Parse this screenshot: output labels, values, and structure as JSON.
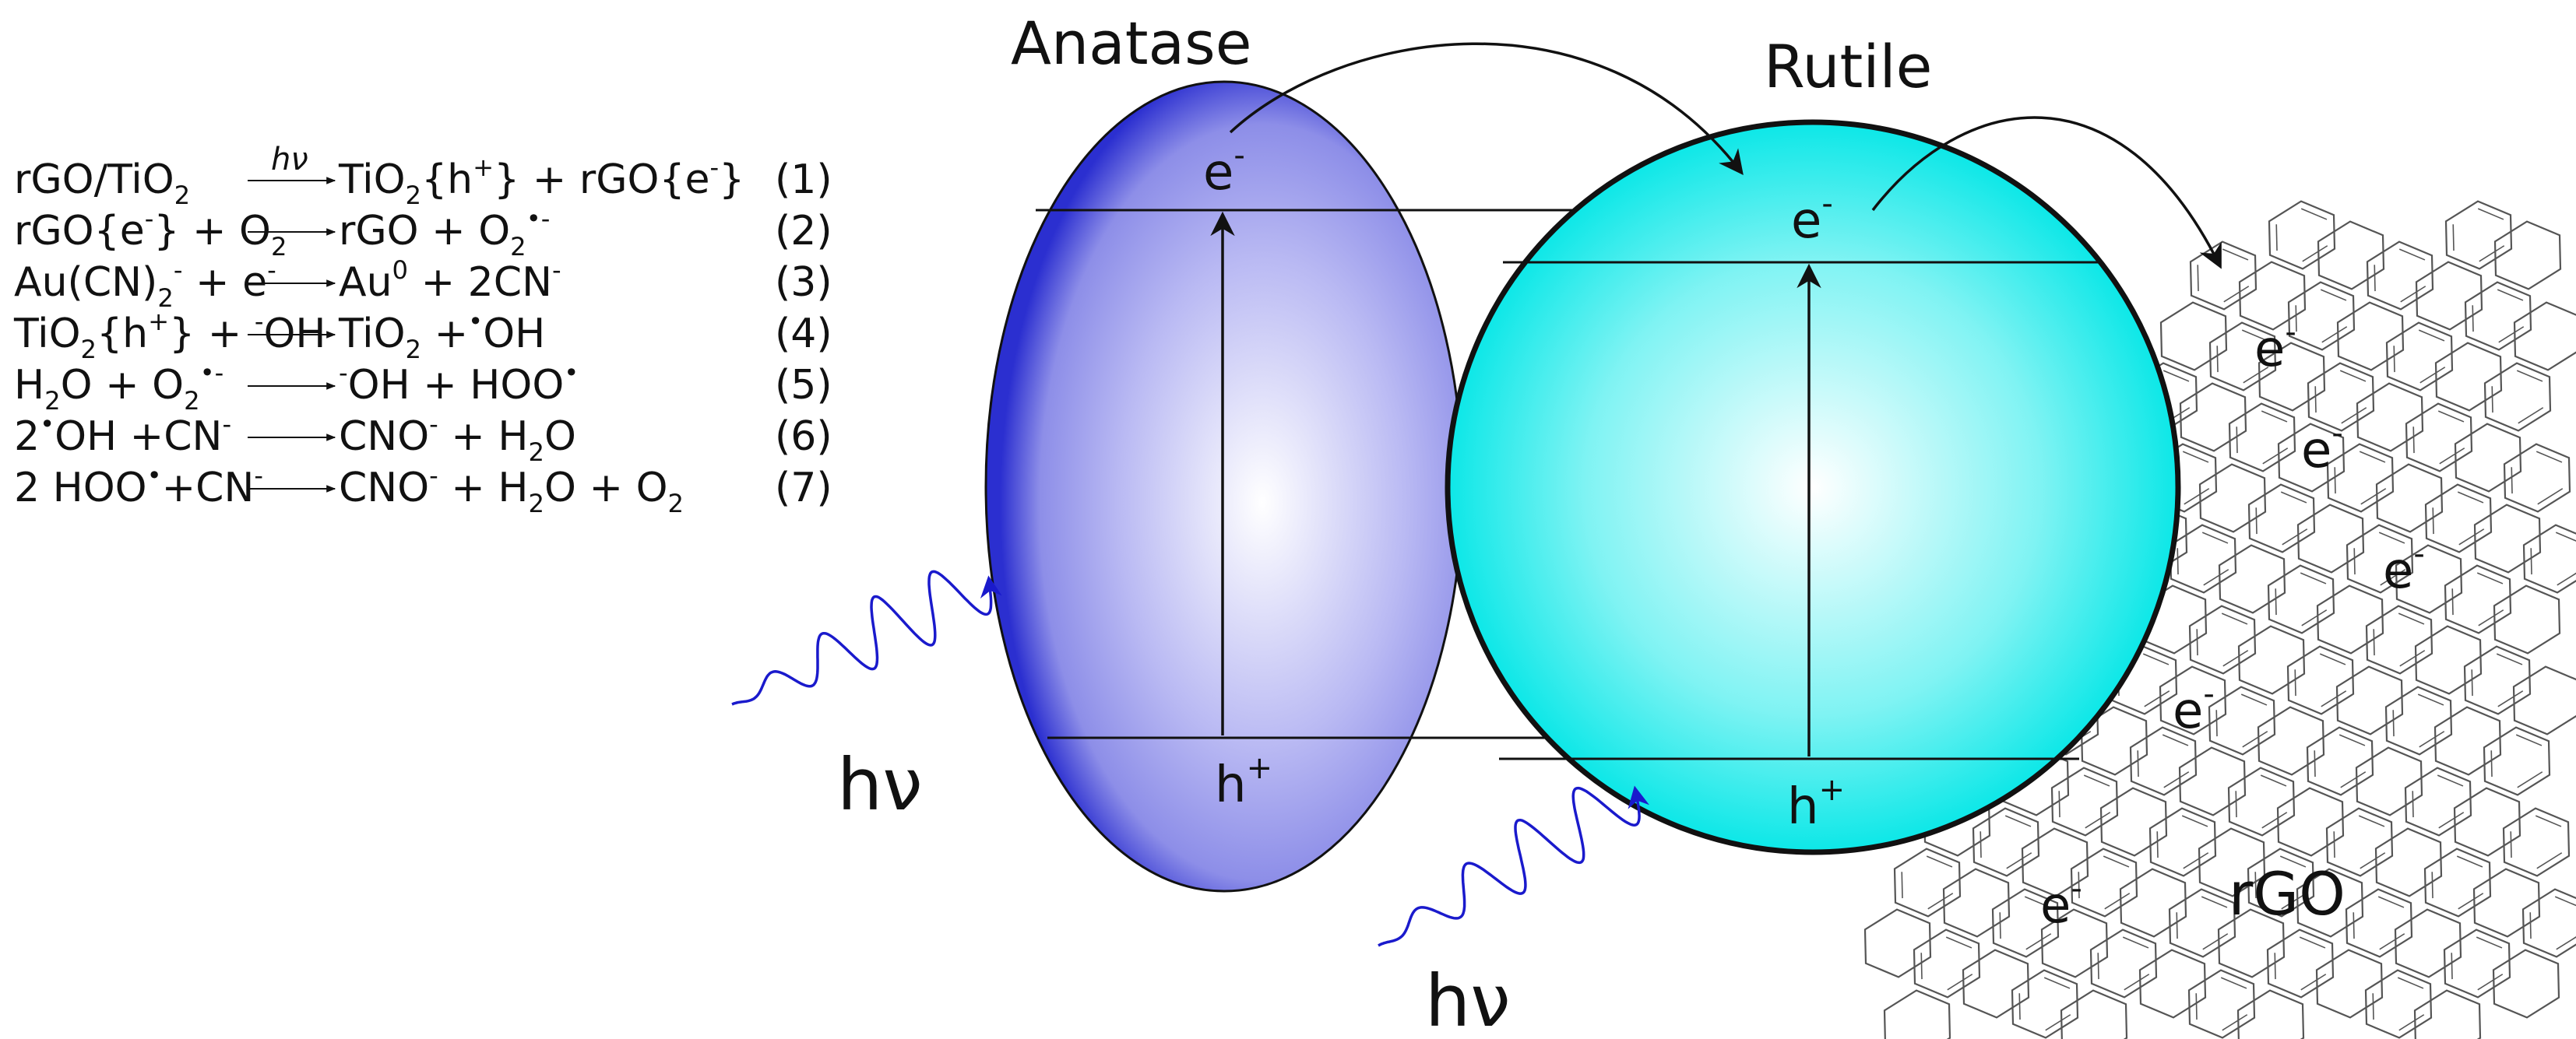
{
  "labels": {
    "anatase": "Anatase",
    "rutile": "Rutile",
    "rgo": "rGO",
    "electron": "e",
    "hole": "h",
    "minus": "-",
    "plus": "+",
    "photon": "hν"
  },
  "equations": [
    {
      "lhs": [
        {
          "t": "rGO/TiO"
        },
        {
          "t": "2",
          "s": "sub"
        }
      ],
      "arrow": "hν",
      "rhs": [
        {
          "t": "TiO"
        },
        {
          "t": "2",
          "s": "sub"
        },
        {
          "t": "{h"
        },
        {
          "t": "+",
          "s": "sup"
        },
        {
          "t": "} + rGO{e"
        },
        {
          "t": "-",
          "s": "sup"
        },
        {
          "t": "}"
        }
      ],
      "num": "(1)"
    },
    {
      "lhs": [
        {
          "t": "rGO{e"
        },
        {
          "t": "-",
          "s": "sup"
        },
        {
          "t": "} + O"
        },
        {
          "t": "2",
          "s": "sub"
        }
      ],
      "arrow": "",
      "rhs": [
        {
          "t": "rGO +  O"
        },
        {
          "t": "2",
          "s": "sub"
        },
        {
          "t": "•-",
          "s": "sup"
        }
      ],
      "num": "(2)"
    },
    {
      "lhs": [
        {
          "t": "Au(CN)"
        },
        {
          "t": "2",
          "s": "sub"
        },
        {
          "t": "-",
          "s": "sup"
        },
        {
          "t": " + e"
        },
        {
          "t": "-",
          "s": "sup"
        }
      ],
      "arrow": "",
      "rhs": [
        {
          "t": "Au"
        },
        {
          "t": "0",
          "s": "sup"
        },
        {
          "t": " + 2CN"
        },
        {
          "t": "-",
          "s": "sup"
        }
      ],
      "num": "(3)"
    },
    {
      "lhs": [
        {
          "t": "TiO"
        },
        {
          "t": "2",
          "s": "sub"
        },
        {
          "t": "{h"
        },
        {
          "t": "+",
          "s": "sup"
        },
        {
          "t": "} + "
        },
        {
          "t": "-",
          "s": "sup"
        },
        {
          "t": "OH"
        }
      ],
      "arrow": "",
      "rhs": [
        {
          "t": "TiO"
        },
        {
          "t": "2",
          "s": "sub"
        },
        {
          "t": " +"
        },
        {
          "t": "•",
          "s": "sup"
        },
        {
          "t": "OH"
        }
      ],
      "num": "(4)"
    },
    {
      "lhs": [
        {
          "t": "H"
        },
        {
          "t": "2",
          "s": "sub"
        },
        {
          "t": "O +  O"
        },
        {
          "t": "2",
          "s": "sub"
        },
        {
          "t": "•-",
          "s": "sup"
        }
      ],
      "arrow": "",
      "rhs": [
        {
          "t": "-",
          "s": "sup"
        },
        {
          "t": "OH + HOO"
        },
        {
          "t": "•",
          "s": "sup"
        }
      ],
      "num": "(5)"
    },
    {
      "lhs": [
        {
          "t": "2"
        },
        {
          "t": "•",
          "s": "sup"
        },
        {
          "t": "OH +CN"
        },
        {
          "t": "-",
          "s": "sup"
        }
      ],
      "arrow": "",
      "rhs": [
        {
          "t": "CNO"
        },
        {
          "t": "-",
          "s": "sup"
        },
        {
          "t": " + H"
        },
        {
          "t": "2",
          "s": "sub"
        },
        {
          "t": "O"
        }
      ],
      "num": "(6)"
    },
    {
      "lhs": [
        {
          "t": "2 HOO"
        },
        {
          "t": "•",
          "s": "sup"
        },
        {
          "t": "+CN"
        },
        {
          "t": "-",
          "s": "sup"
        }
      ],
      "arrow": "",
      "rhs": [
        {
          "t": "CNO"
        },
        {
          "t": "-",
          "s": "sup"
        },
        {
          "t": " + H"
        },
        {
          "t": "2",
          "s": "sub"
        },
        {
          "t": "O + O"
        },
        {
          "t": "2",
          "s": "sub"
        }
      ],
      "num": "(7)"
    }
  ],
  "colors": {
    "anatase_edge": "#2b2fd0",
    "anatase_center": "#ffffff",
    "rutile_edge": "#00e6e6",
    "rutile_center": "#ffffff",
    "photon_wave": "#1a1acc",
    "stroke": "#111111",
    "rgo_line": "#555555"
  },
  "icons": {
    "photon": "wavy-arrow",
    "transfer": "curved-arrow",
    "excitation": "vertical-arrow"
  }
}
